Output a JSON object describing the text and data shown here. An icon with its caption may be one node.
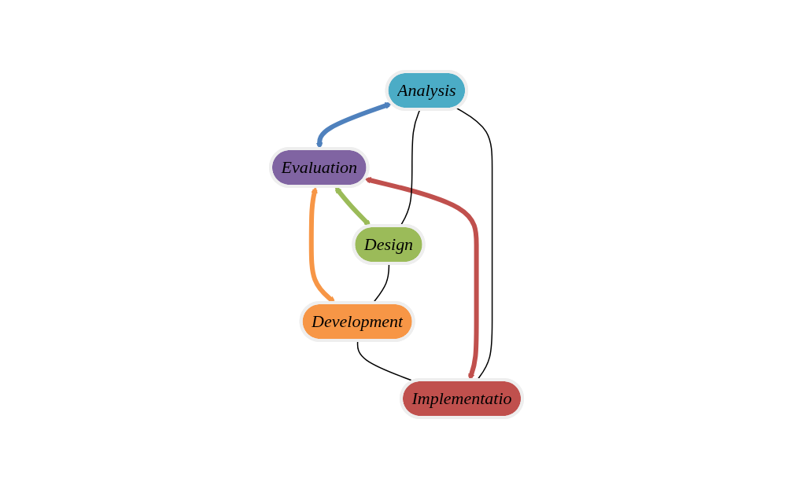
{
  "diagram": {
    "nodes": [
      {
        "text": [
          "Analysis"
        ]
      },
      {
        "text": [
          "Implementatio"
        ]
      },
      {
        "text": [
          "Evaluation"
        ]
      },
      {
        "text": [
          "Design"
        ]
      },
      {
        "text": [
          "Development"
        ]
      }
    ],
    "edges": [
      {
        "from": 0,
        "to": 2,
        "arrow": "both",
        "style": "thick",
        "color": "#4f81bd"
      },
      {
        "from": 1,
        "to": 2,
        "arrow": "both",
        "style": "thick",
        "color": "#c0504d"
      },
      {
        "from": 2,
        "to": 3,
        "arrow": "both",
        "style": "thick",
        "color": "#9bbb59"
      },
      {
        "from": 2,
        "to": 4,
        "arrow": "both",
        "style": "thick",
        "color": "#f79646"
      },
      {
        "from": 0,
        "to": 3,
        "arrow": "none"
      },
      {
        "from": 3,
        "to": 4,
        "arrow": "none"
      },
      {
        "from": 4,
        "to": 1,
        "arrow": "none"
      },
      {
        "from": 1,
        "to": 0,
        "arrow": "none"
      }
    ]
  }
}
